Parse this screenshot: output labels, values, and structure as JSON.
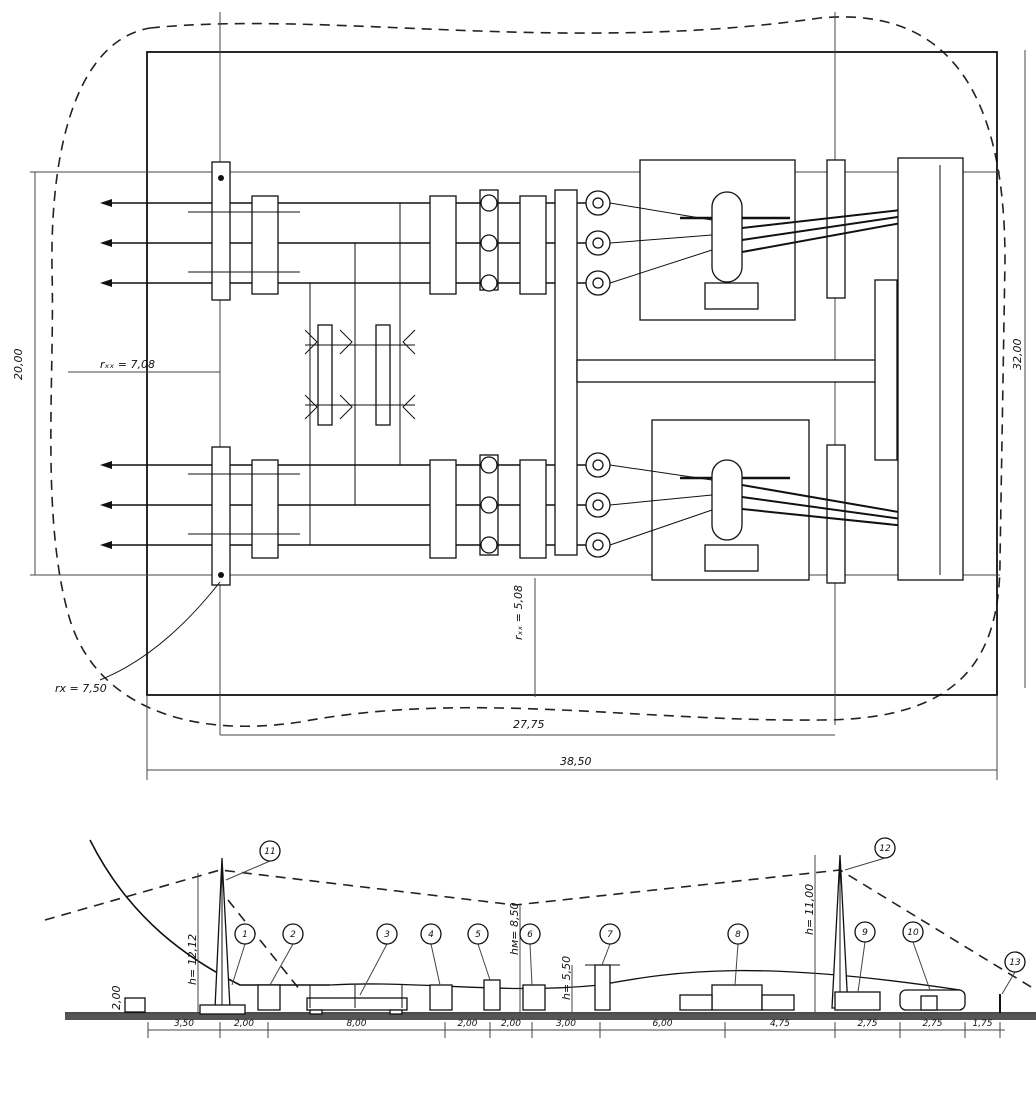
{
  "plan": {
    "dim_width_total": "38,50",
    "dim_width_inner": "27,75",
    "dim_height_outer": "32,00",
    "dim_height_inner": "20,00",
    "radius_left": "rₓₓ = 7,08",
    "radius_bottom": "rₓₓ = 5,08",
    "radius_rx": "rx = 7,50"
  },
  "elevation": {
    "h_mast_left": "h= 12,12",
    "h_mid": "hм= 8,50",
    "h_gantry": "h= 5,50",
    "h_mast_right": "h= 11,00",
    "h_fence": "2,00",
    "labels": [
      "1",
      "2",
      "3",
      "4",
      "5",
      "6",
      "7",
      "8",
      "9",
      "10",
      "11",
      "12",
      "13"
    ],
    "spacings": [
      "3,50",
      "2,00",
      "8,00",
      "2,00",
      "2,00",
      "3,00",
      "6,00",
      "4,75",
      "2,75",
      "2,75",
      "1,75"
    ]
  }
}
